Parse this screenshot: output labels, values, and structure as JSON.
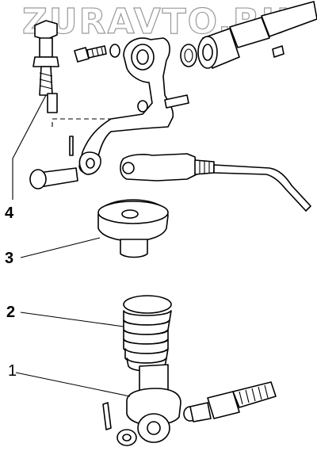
{
  "watermark": "ZURAVTO.RU",
  "callouts": [
    {
      "id": "part-1",
      "label": "1"
    },
    {
      "id": "part-2",
      "label": "2"
    },
    {
      "id": "part-3",
      "label": "3"
    },
    {
      "id": "part-4",
      "label": "4"
    }
  ]
}
